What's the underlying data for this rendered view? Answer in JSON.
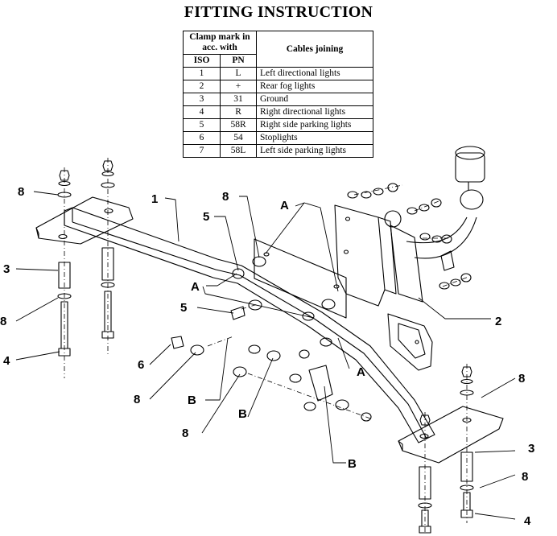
{
  "title": "FITTING INSTRUCTION",
  "table": {
    "header_clamp": "Clamp mark in acc. with",
    "header_iso": "ISO",
    "header_pn": "PN",
    "header_cables": "Cables joining",
    "rows": [
      {
        "iso": "1",
        "pn": "L",
        "cable": "Left directional lights"
      },
      {
        "iso": "2",
        "pn": "+",
        "cable": "Rear fog lights"
      },
      {
        "iso": "3",
        "pn": "31",
        "cable": "Ground"
      },
      {
        "iso": "4",
        "pn": "R",
        "cable": "Right directional lights"
      },
      {
        "iso": "5",
        "pn": "58R",
        "cable": "Right side parking lights"
      },
      {
        "iso": "6",
        "pn": "54",
        "cable": "Stoplights"
      },
      {
        "iso": "7",
        "pn": "58L",
        "cable": "Left side parking lights"
      }
    ]
  },
  "callouts": {
    "c1": "1",
    "c2": "2",
    "c3": "3",
    "c4": "4",
    "c5": "5",
    "c6": "6",
    "c8": "8",
    "cA": "A",
    "cB": "B"
  }
}
